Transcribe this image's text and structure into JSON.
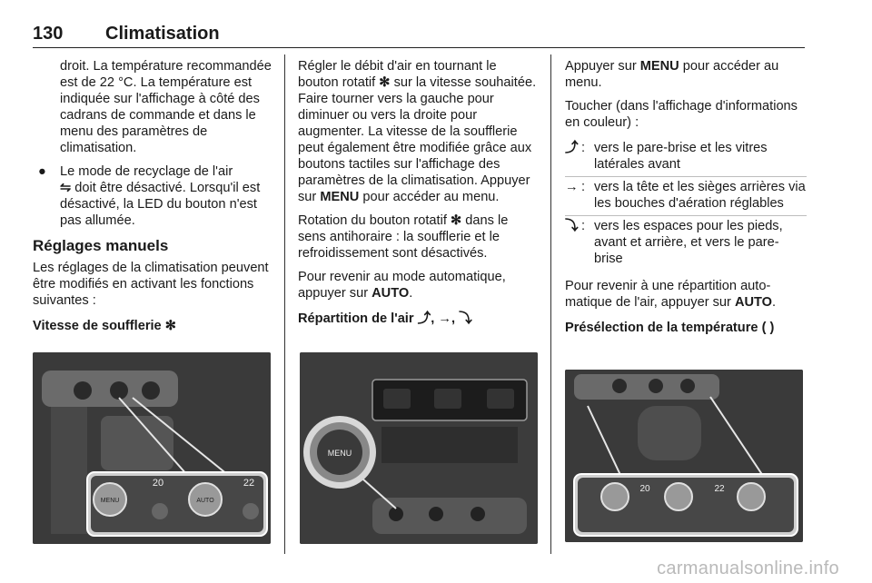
{
  "header": {
    "page_number": "130",
    "chapter": "Climatisation"
  },
  "col1": {
    "intro": "droit. La température recomman­dée est de 22 °C. La température est indiquée sur l'affichage à côté des cadrans de commande et dans le menu des paramètres de climatisation.",
    "bullet_symbol": "●",
    "bullet_icon": "recirculation-icon",
    "bullet_icon_glyph": "⇋",
    "bullet_lead": "Le mode de recyclage de l'air",
    "bullet_rest": "doit être désactivé. Lorsqu'il est désactivé, la LED du bouton n'est pas allumée.",
    "section_title": "Réglages manuels",
    "section_text": "Les réglages de la climatisation peuvent être modifiés en activant les fonctions suivantes :",
    "subhead": "Vitesse de soufflerie",
    "subhead_icon": "fan-icon",
    "subhead_icon_glyph": "✻",
    "image_labels": {
      "knob": "MENU",
      "auto": "AUTO",
      "temp_left": "20",
      "temp_right": "22"
    }
  },
  "col2": {
    "p1_a": "Régler le débit d'air en tournant le bouton rotatif",
    "p1_b": "sur la vitesse souhai­tée. Faire tourner vers la gauche pour diminuer ou vers la droite pour augmenter. La vitesse de la soufflerie peut également être modifiée grâce aux boutons tactiles sur l'affichage des paramètres de la climatisation. Appuyer sur",
    "p1_menu": "MENU",
    "p1_c": "pour accéder au menu.",
    "p2_a": "Rotation du bouton rotatif",
    "p2_b": "dans le sens antihoraire : la soufflerie et le refroidissement sont désactivés.",
    "p3_a": "Pour revenir au mode automatique, appuyer sur",
    "p3_auto": "AUTO",
    "p3_end": ".",
    "subhead": "Répartition de l'air",
    "fan_glyph": "✻",
    "dist_glyph_1": "⤴",
    "dist_glyph_2": "→",
    "dist_glyph_3": "⤵",
    "comma": ",",
    "image_labels": {
      "knob": "MENU"
    }
  },
  "col3": {
    "p1_a": "Appuyer sur",
    "p1_menu": "MENU",
    "p1_b": "pour accéder au menu.",
    "p2": "Toucher (dans l'affichage d'informa­tions en couleur) :",
    "defs": [
      {
        "key": "⤴",
        "colon": ":",
        "text": "vers le pare-brise et les vitres latérales avant"
      },
      {
        "key": "→",
        "colon": ":",
        "text": "vers la tête et les sièges arrières via les bouches d'aération régla­bles"
      },
      {
        "key": "⤵",
        "colon": ":",
        "text": "vers les espaces pour les pieds, avant et arrière, et vers le pare-brise"
      }
    ],
    "p3_a": "Pour revenir à une répartition auto­matique de l'air, appuyer sur",
    "p3_auto": "AUTO",
    "p3_end": ".",
    "subhead": "Présélection de la température",
    "subhead_glyph": "( )",
    "image_labels": {
      "temp_left": "20",
      "temp_right": "22"
    }
  },
  "watermark": "carmanualsonline.info"
}
